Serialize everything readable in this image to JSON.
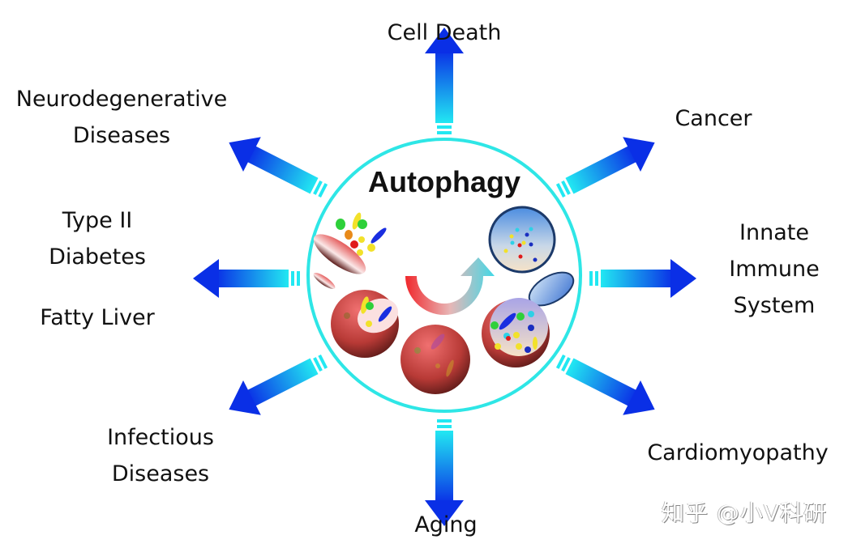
{
  "diagram": {
    "center_title": "Autophagy",
    "outcomes": [
      {
        "id": "cell-death",
        "lines": [
          "Cell Death"
        ],
        "direction": "up"
      },
      {
        "id": "cancer",
        "lines": [
          "Cancer"
        ],
        "direction": "up-right"
      },
      {
        "id": "innate-immune-system",
        "lines": [
          "Innate",
          "Immune",
          "System"
        ],
        "direction": "right"
      },
      {
        "id": "cardiomyopathy",
        "lines": [
          "Cardiomyopathy"
        ],
        "direction": "down-right"
      },
      {
        "id": "aging",
        "lines": [
          "Aging"
        ],
        "direction": "down"
      },
      {
        "id": "infectious-diseases",
        "lines": [
          "Infectious",
          "Diseases"
        ],
        "direction": "down-left"
      },
      {
        "id": "type2-diabetes-fatty-liver",
        "lines": [
          "Type II",
          "Diabetes",
          "",
          "Fatty Liver"
        ],
        "direction": "left"
      },
      {
        "id": "neurodegenerative-diseases",
        "lines": [
          "Neurodegenerative",
          "Diseases"
        ],
        "direction": "up-left"
      }
    ],
    "colors": {
      "ring": "#2EE6E6",
      "arrow_start": "#22E8F2",
      "arrow_end": "#0A2FE6",
      "cell_red": "#C9463F",
      "vesicle_blue": "#4A7FD6",
      "text": "#111111"
    }
  },
  "watermark": "知乎 @小V科研"
}
